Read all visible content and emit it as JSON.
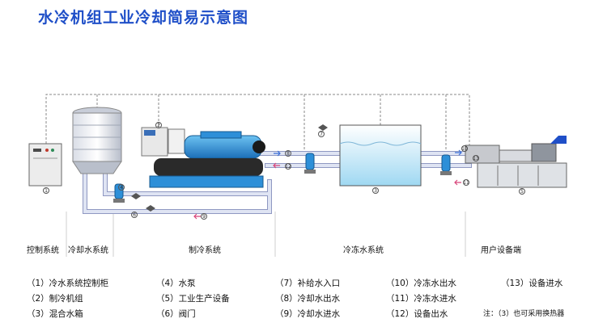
{
  "title": "水冷机组工业冷却简易示意图",
  "sections": [
    {
      "key": "control",
      "label": "控制系统"
    },
    {
      "key": "cooling_water",
      "label": "冷却水系统"
    },
    {
      "key": "refrigeration",
      "label": "制冷系统"
    },
    {
      "key": "chilled_water",
      "label": "冷冻水系统"
    },
    {
      "key": "user_equipment",
      "label": "用户设备端"
    }
  ],
  "legend": [
    {
      "id": "1",
      "text": "（1）冷水系统控制柜"
    },
    {
      "id": "2",
      "text": "（2）制冷机组"
    },
    {
      "id": "3",
      "text": "（3）混合水箱"
    },
    {
      "id": "4",
      "text": "（4）水泵"
    },
    {
      "id": "5",
      "text": "（5）工业生产设备"
    },
    {
      "id": "6",
      "text": "（6）阀门"
    },
    {
      "id": "7",
      "text": "（7）补给水入口"
    },
    {
      "id": "8",
      "text": "（8）冷却水出水"
    },
    {
      "id": "9",
      "text": "（9）冷却水进水"
    },
    {
      "id": "10",
      "text": "（10）冷冻水出水"
    },
    {
      "id": "11",
      "text": "（11）冷冻水进水"
    },
    {
      "id": "12",
      "text": "（12）设备出水"
    },
    {
      "id": "13",
      "text": "（13）设备进水"
    }
  ],
  "note": "注：（3）也可采用换热器",
  "callouts": {
    "c1": "1",
    "c2": "2",
    "c3": "3",
    "c4": "4",
    "c5": "5",
    "c6": "6",
    "c7": "7",
    "c8": "8",
    "c9": "9",
    "c10": "10",
    "c11": "11",
    "c12": "12",
    "c13": "13"
  },
  "colors": {
    "title": "#1f4fc8",
    "pipe": "#c9cfe6",
    "pipe_edge": "#8f98c2",
    "water": "#bfe6f7",
    "machine_blue": "#2d8fd8",
    "dashed_line": "#8a8a8a"
  }
}
